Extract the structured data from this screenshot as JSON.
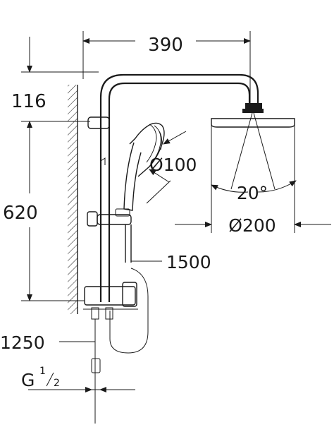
{
  "dimensions": {
    "width_top": "390",
    "riser_offset": "116",
    "rail_height": "620",
    "handshower_diameter": "Ø100",
    "spray_angle": "20°",
    "head_diameter": "Ø200",
    "hose_length": "1500",
    "inlet_height": "1250",
    "thread_base": "G",
    "thread_num": "1",
    "thread_den": "2"
  }
}
